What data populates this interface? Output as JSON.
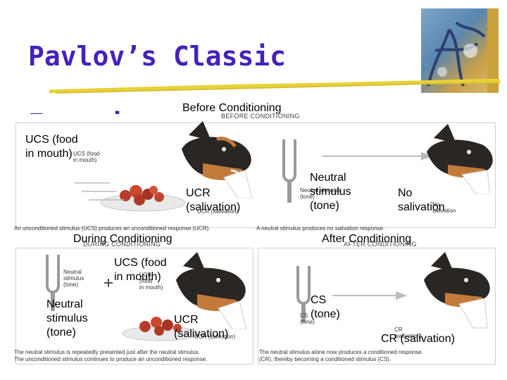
{
  "title": [
    "Pavlov’s Classic",
    "Experiment"
  ],
  "sections": {
    "before": "Before Conditioning",
    "during": "During Conditioning",
    "after": "After Conditioning"
  },
  "labels": {
    "ucs_before": [
      "UCS (food",
      "in mouth)"
    ],
    "ucr_before": [
      "UCR",
      "(salivation)"
    ],
    "neutral_before": [
      "Neutral",
      "stimulus",
      "(tone)"
    ],
    "no_salivation": [
      "No",
      "salivation"
    ],
    "ucs_during": [
      "UCS (food",
      "in mouth)"
    ],
    "neutral_during": [
      "Neutral",
      "stimulus",
      "(tone)"
    ],
    "ucr_during": [
      "UCR",
      "(salivation)"
    ],
    "cs_after": [
      "CS",
      "(tone)"
    ],
    "cr_after": "CR (salivation)"
  },
  "figure": {
    "caps": {
      "before": "Before conditioning",
      "during": "During conditioning",
      "after": "After conditioning"
    },
    "small": {
      "ucs": [
        "UCS (food",
        "in mouth)"
      ],
      "ucr": "UCR (salivation)",
      "neutral": [
        "Neutral stimulus",
        "(tone)"
      ],
      "no_sal": [
        "No",
        "salivation"
      ],
      "neutral_d": [
        "Neutral",
        "stimulus",
        "(tone)"
      ],
      "ucs_d": [
        "UCS",
        "(food",
        "in mouth)"
      ],
      "ucr_d": "UCR (salivation)",
      "cs": [
        "CS",
        "(tone)"
      ],
      "cr": [
        "CR",
        "(salivation)"
      ]
    },
    "captions": {
      "before_left": "An unconditioned stimulus (UCS) produces an unconditioned response (UCR).",
      "before_right": "A neutral stimulus produces no salivation response.",
      "during": [
        "The neutral stimulus is repeatedly presented just after the neutral stimulus.",
        "The unconditioned stimulus continues to produce an unconditioned response."
      ],
      "after": [
        "The neutral stimulus alone now produces a conditioned response",
        "(CR), thereby becoming a conditioned stimulus (CS)."
      ]
    }
  },
  "colors": {
    "title": "#4422bb",
    "dog_dark": "#2a2624",
    "dog_tan": "#c27a3a",
    "food": "#b83a2a",
    "underline": "#e8d23a"
  }
}
